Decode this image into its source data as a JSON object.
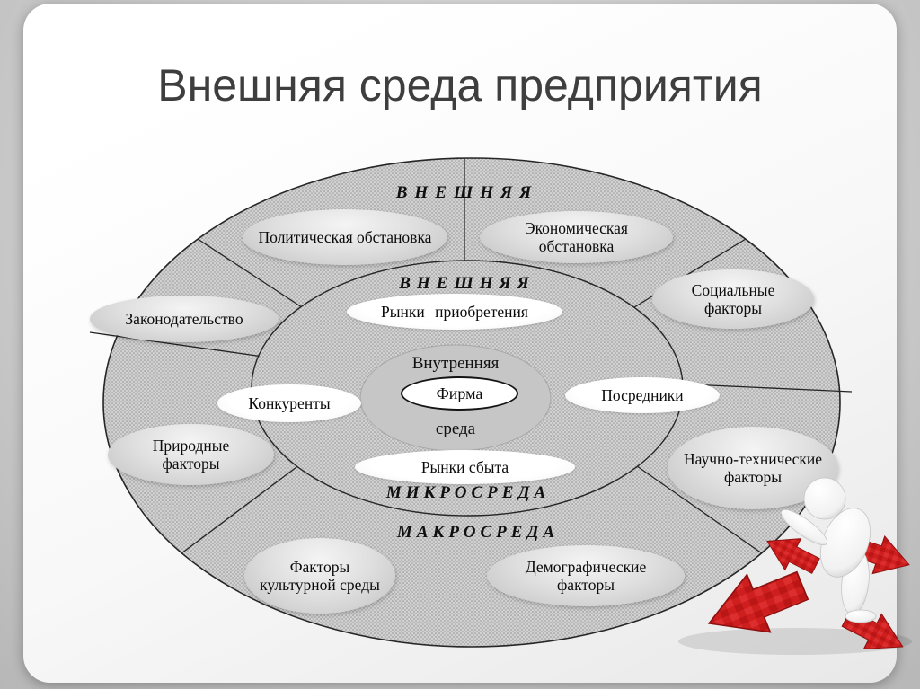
{
  "slide": {
    "title": "Внешняя среда предприятия"
  },
  "diagram": {
    "zones": {
      "outer_ring_top": "ВНЕШНЯЯ",
      "outer_ring_bottom": "МАКРОСРЕДА",
      "middle_ring_top": "ВНЕШНЯЯ",
      "middle_ring_bottom": "МИКРОСРЕДА",
      "inner_zone_top": "Внутренняя",
      "inner_zone_bottom": "среда",
      "core": "Фирма"
    },
    "factors": [
      {
        "id": "political",
        "ring": "macro",
        "label": "Политическая обстановка"
      },
      {
        "id": "economic",
        "ring": "macro",
        "label": "Экономическая обстановка"
      },
      {
        "id": "legislation",
        "ring": "macro",
        "label": "Законодательство"
      },
      {
        "id": "social",
        "ring": "macro",
        "label": "Социальные факторы"
      },
      {
        "id": "procurement-markets",
        "ring": "micro",
        "label": "Рынки приобретения"
      },
      {
        "id": "competitors",
        "ring": "micro",
        "label": "Конкуренты"
      },
      {
        "id": "intermediaries",
        "ring": "micro",
        "label": "Посредники"
      },
      {
        "id": "sales-markets",
        "ring": "micro",
        "label": "Рынки сбыта"
      },
      {
        "id": "natural",
        "ring": "macro",
        "label": "Природные факторы"
      },
      {
        "id": "sci-tech",
        "ring": "macro",
        "label": "Научно-технические факторы"
      },
      {
        "id": "cultural",
        "ring": "macro",
        "label": "Факторы культурной среды"
      },
      {
        "id": "demographic",
        "ring": "macro",
        "label": "Демографические факторы"
      }
    ],
    "colors": {
      "ring_texture_base": "#d1d1d1",
      "ring_texture_dot": "#8d8d8d",
      "inner_zone_fill": "#c6c6c6",
      "outline": "#262626",
      "arrow_red": "#ce1e1e",
      "title_color": "#3e3e3e"
    }
  }
}
